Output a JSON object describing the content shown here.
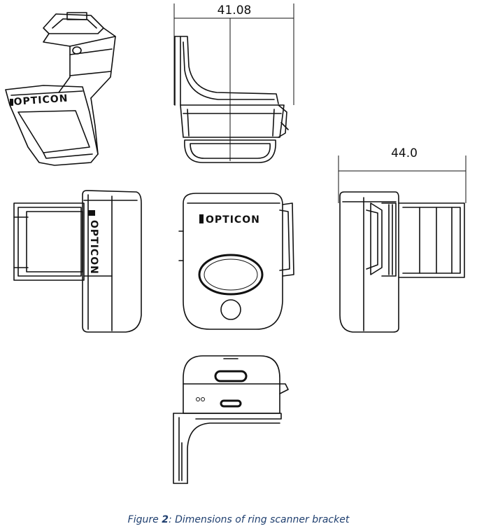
{
  "dimensions": {
    "top_width": "41.08",
    "right_width": "44.0"
  },
  "logo": {
    "text": "OPTICON"
  },
  "caption": {
    "prefix": "Figure ",
    "number": "2",
    "text": ": Dimensions of ring scanner bracket"
  }
}
